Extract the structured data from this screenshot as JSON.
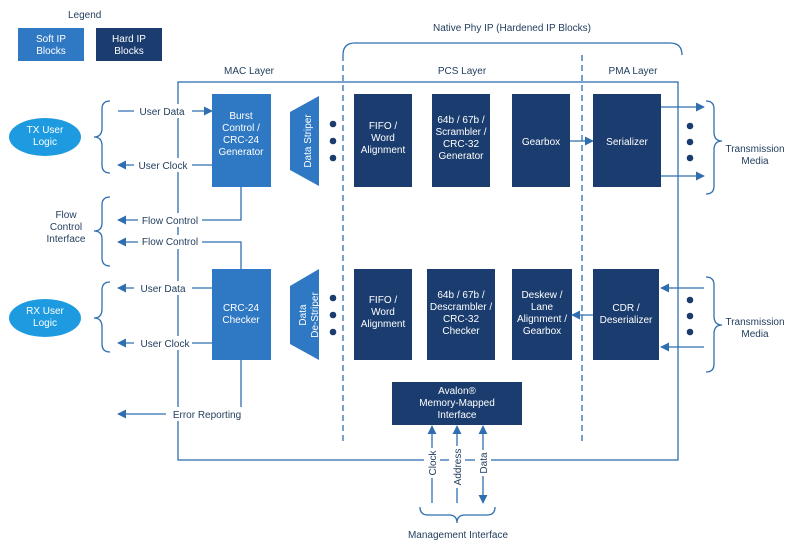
{
  "legend": {
    "title": "Legend",
    "soft": [
      "Soft IP",
      "Blocks"
    ],
    "hard": [
      "Hard IP",
      "Blocks"
    ]
  },
  "native_phy": "Native Phy IP (Hardened IP Blocks)",
  "layers": {
    "mac": "MAC Layer",
    "pcs": "PCS Layer",
    "pma": "PMA Layer"
  },
  "user_logic": {
    "tx": [
      "TX User",
      "Logic"
    ],
    "rx": [
      "RX User",
      "Logic"
    ]
  },
  "signals": {
    "tx_data": "User Data",
    "tx_clock": "User Clock",
    "flow_out": "Flow Control",
    "flow_in": "Flow Control",
    "rx_data": "User Data",
    "rx_clock": "User Clock",
    "error": "Error Reporting"
  },
  "flow_interface": [
    "Flow",
    "Control",
    "Interface"
  ],
  "tx_blocks": {
    "burst": [
      "Burst",
      "Control /",
      "CRC-24",
      "Generator"
    ],
    "striper": "Data Striper",
    "fifo": [
      "FIFO /",
      "Word",
      "Alignment"
    ],
    "scrambler": [
      "64b / 67b /",
      "Scrambler /",
      "CRC-32",
      "Generator"
    ],
    "gearbox": [
      "Gearbox"
    ],
    "serializer": [
      "Serializer"
    ]
  },
  "rx_blocks": {
    "checker": [
      "CRC-24",
      "Checker"
    ],
    "destriper": [
      "Data",
      "De-Striper"
    ],
    "fifo": [
      "FIFO /",
      "Word",
      "Alignment"
    ],
    "descrambler": [
      "64b / 67b /",
      "Descrambler /",
      "CRC-32",
      "Checker"
    ],
    "deskew": [
      "Deskew /",
      "Lane",
      "Alignment /",
      "Gearbox"
    ],
    "cdr": [
      "CDR /",
      "Deserializer"
    ]
  },
  "avalon": [
    "Avalon®",
    "Memory-Mapped",
    "Interface"
  ],
  "mgmt_signals": {
    "clock": "Clock",
    "address": "Address",
    "data": "Data"
  },
  "management_interface": "Management Interface",
  "media": {
    "tx": [
      "Transmission",
      "Media"
    ],
    "rx": [
      "Transmission",
      "Media"
    ]
  },
  "colors": {
    "soft": "#2f78c4",
    "hard": "#1a3c6e",
    "line": "#2f6fb0",
    "ellipse": "#1e9be0"
  }
}
